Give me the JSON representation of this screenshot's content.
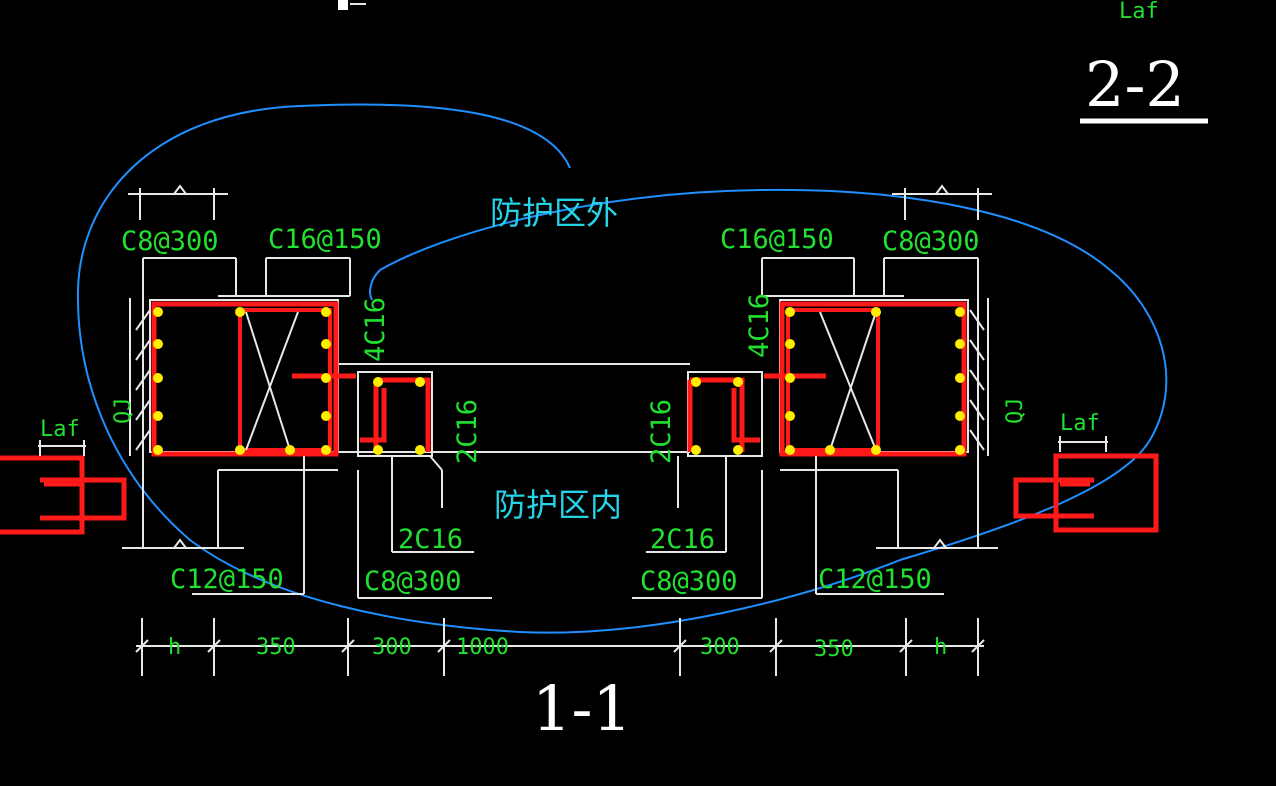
{
  "titles": {
    "section_1": "1-1",
    "section_2": "2-2",
    "top_partial": "Laf"
  },
  "zones": {
    "outside": "防护区外",
    "inside": "防护区内"
  },
  "labels": {
    "c8_300_top_left": "C8@300",
    "c16_150_top_left": "C16@150",
    "c16_150_top_right": "C16@150",
    "c8_300_top_right": "C8@300",
    "four_c16_left": "4C16",
    "four_c16_right": "4C16",
    "two_c16_vert_left": "2C16",
    "two_c16_vert_right": "2C16",
    "two_c16_bottom_left": "2C16",
    "two_c16_bottom_right": "2C16",
    "c12_150_left": "C12@150",
    "c8_300_bottom_left": "C8@300",
    "c8_300_bottom_right": "C8@300",
    "c12_150_right": "C12@150",
    "qj_left": "QJ",
    "qj_right": "QJ",
    "laf_left": "Laf",
    "laf_right": "Laf"
  },
  "dimensions": [
    "h",
    "350",
    "300",
    "1000",
    "300",
    "350",
    "h"
  ],
  "colors": {
    "background": "#000000",
    "annotation": "#22e030",
    "zone_text": "#25d2e6",
    "rebar": "#ff1a1a",
    "bar_dots": "#ffee00",
    "lines": "#e8e8e8",
    "sketch": "#1e90ff"
  }
}
